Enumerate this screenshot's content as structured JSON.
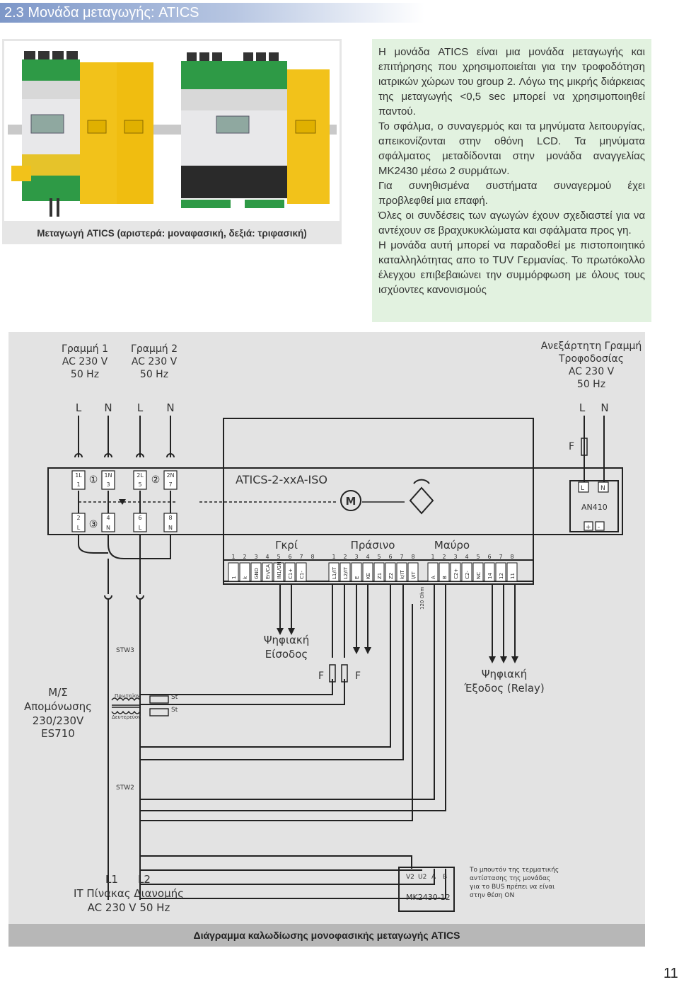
{
  "header": {
    "title": "2.3 Μονάδα μεταγωγής: ATICS"
  },
  "photo": {
    "caption": "Μεταγωγή ATICS (αριστερά: μοναφασική, δεξιά: τριφασική)"
  },
  "description": {
    "paragraphs": [
      "Η μονάδα ATICS είναι μια μονάδα μεταγωγής και επιτήρησης που χρησιμοποιείται για την τροφοδότηση ιατρικών χώρων του group 2. Λόγω της μικρής διάρκειας της μεταγωγής <0,5 sec μπορεί να χρησιμοποιηθεί παντού.",
      "Το σφάλμα, ο συναγερμός και τα μηνύματα λειτουργίας, απεικονίζονται στην οθόνη LCD. Τα μηνύματα σφάλματος μεταδίδονται στην μονάδα αναγγελίας MK2430 μέσω 2 συρμάτων.",
      "Για συνηθισμένα συστήματα συναγερμού έχει προβλεφθεί μια επαφή.",
      "Όλες οι συνδέσεις των αγωγών έχουν σχεδιαστεί για να αντέχουν σε βραχυκυκλώματα και σφάλματα προς γη.",
      "Η μονάδα αυτή μπορεί να παραδοθεί με πιστοποιητικό καταλληλότητας απο το TUV Γερμανίας. Το πρωτόκολλο έλεγχου επιβεβαιώνει την συμμόρφωση με όλους τους ισχύοντες κανονισμούς"
    ]
  },
  "diagram": {
    "caption": "Διάγραμμα καλωδίωσης μονοφασικής μεταγωγής ATICS",
    "line1": [
      "Γραμμή 1",
      "AC 230 V",
      "50 Hz"
    ],
    "line2": [
      "Γραμμή 2",
      "AC 230 V",
      "50 Hz"
    ],
    "independent": [
      "Ανεξάρτητη Γραμμή",
      "Τροφοδοσίας",
      "AC 230 V",
      "50 Hz"
    ],
    "top_phase_labels": [
      "L",
      "N",
      "L",
      "N"
    ],
    "right_phase_labels": [
      "L",
      "N"
    ],
    "device_name": "ATICS-2-xxA-ISO",
    "motor": "M",
    "fuse_label": "F",
    "an410": {
      "name": "AN410",
      "top": [
        "L",
        "N"
      ],
      "bottom": [
        "+",
        "-"
      ]
    },
    "terminals_top": [
      "1L",
      "1N",
      "2L",
      "2N"
    ],
    "terminals_top_num": [
      "1",
      "3",
      "5",
      "7"
    ],
    "terminals_bottom_num": [
      "2",
      "4",
      "6",
      "8"
    ],
    "terminals_bottom": [
      "L",
      "N",
      "L",
      "N"
    ],
    "circled": [
      "①",
      "②",
      "③"
    ],
    "groups": [
      {
        "name": "Γκρί",
        "nums": [
          "1",
          "2",
          "3",
          "4",
          "5",
          "6",
          "7",
          "8"
        ],
        "labels": [
          "1",
          "k",
          "GND",
          "En/CA",
          "IN1/GN",
          "C1+",
          "C1-"
        ]
      },
      {
        "name": "Πράσινο",
        "nums": [
          "1",
          "2",
          "3",
          "4",
          "5",
          "6",
          "7",
          "8"
        ],
        "labels": [
          "L1/IT",
          "L2/IT",
          "E",
          "KE",
          "Z1",
          "Z2",
          "k/IT",
          "l/IT"
        ]
      },
      {
        "name": "Μαύρο",
        "nums": [
          "1",
          "2",
          "3",
          "4",
          "5",
          "6",
          "7",
          "8"
        ],
        "labels": [
          "A",
          "B",
          "C2+",
          "C2-",
          "NC",
          "14",
          "12",
          "11"
        ]
      }
    ],
    "digital_input": [
      "Ψηφιακή",
      "Είσοδος"
    ],
    "digital_output": [
      "Ψηφιακή",
      "Έξοδος (Relay)"
    ],
    "resistor": "120 Ohm",
    "stw3": "STW3",
    "stw2": "STW2",
    "transformer": [
      "Μ/Σ",
      "Απομόνωσης",
      "230/230V",
      "ES710"
    ],
    "primary": "Πρωτεύον",
    "secondary": "Δευτερεύον",
    "st": "St",
    "it_panel": [
      "L1",
      "L2",
      "IT Πίνακας Διανομής",
      "AC 230 V 50 Hz"
    ],
    "mk": {
      "name": "MK2430-12",
      "terms": [
        "V2",
        "U2",
        "A",
        "B"
      ]
    },
    "mk_note": [
      "Το μπουτόν της τερματικής",
      "αντίστασης της μονάδας",
      "για το BUS πρέπει να είναι",
      "στην θέση ON"
    ]
  },
  "page_number": "11"
}
